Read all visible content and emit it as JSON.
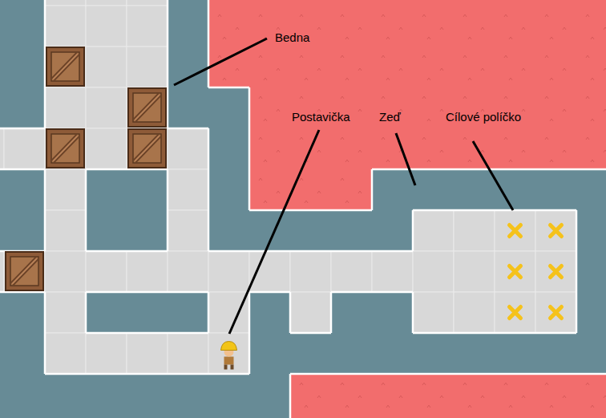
{
  "diagram": {
    "labels": [
      "Bedna",
      "Postavička",
      "Zeď",
      "Cílové políčko"
    ]
  }
}
